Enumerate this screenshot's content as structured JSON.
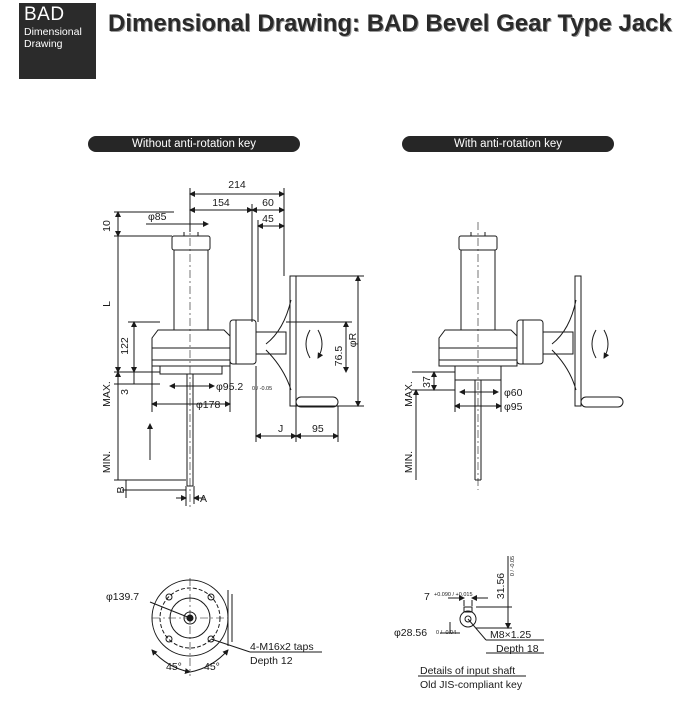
{
  "header": {
    "badge_code": "BAD",
    "badge_line1": "Dimensional",
    "badge_line2": "Drawing",
    "title": "Dimensional Drawing: BAD Bevel Gear Type Jack"
  },
  "left_view": {
    "caption": "Without anti-rotation key",
    "dims": {
      "d214": "214",
      "d154": "154",
      "d60": "60",
      "d45": "45",
      "d10": "10",
      "phi85": "φ85",
      "L": "L",
      "d122": "122",
      "phiR": "φR",
      "d765": "76.5",
      "d3": "3",
      "phi952": "φ95.2",
      "phi952_tol": "0 / -0.05",
      "phi178": "φ178",
      "J": "J",
      "d95": "95",
      "max": "MAX.",
      "min": "MIN.",
      "B": "B",
      "A": "A"
    }
  },
  "right_view": {
    "caption": "With anti-rotation key",
    "dims": {
      "d37": "37",
      "phi60": "φ60",
      "phi95": "φ95",
      "max": "MAX.",
      "min": "MIN."
    }
  },
  "bottom_left": {
    "phi1397": "φ139.7",
    "taps": "4-M16x2 taps",
    "depth": "Depth 12",
    "a45_left": "45°",
    "a45_right": "45°"
  },
  "bottom_right": {
    "key7": "7",
    "key7_tol": "+0.090 / +0.015",
    "d3156": "31.56",
    "d3156_tol": "0 / -0.05",
    "phi2856": "φ28.56",
    "phi2856_tol": "0 / -0.04",
    "m8": "M8×1.25",
    "depth18": "Depth 18",
    "details": "Details of input shaft",
    "details_sub": "Old JIS-compliant key"
  }
}
